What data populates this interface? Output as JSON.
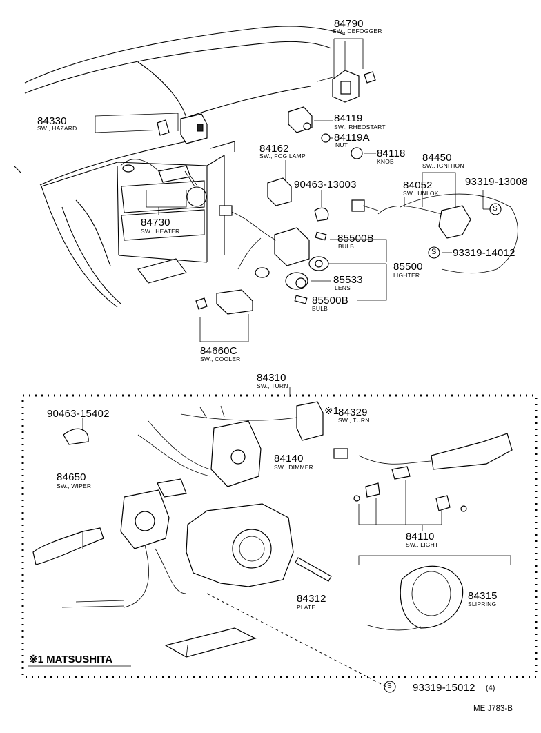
{
  "labels": {
    "p84790": {
      "num": "84790",
      "sub": "SW., DEFOGGER"
    },
    "p84330": {
      "num": "84330",
      "sub": "SW., HAZARD"
    },
    "p84119": {
      "num": "84119",
      "sub": "SW., RHEOSTART"
    },
    "p84119a": {
      "num": "84119A",
      "sub": "NUT"
    },
    "p84162": {
      "num": "84162",
      "sub": "SW., FOG LAMP"
    },
    "p84118": {
      "num": "84118",
      "sub": "KNOB"
    },
    "p84450": {
      "num": "84450",
      "sub": "SW., IGNITION"
    },
    "p84052": {
      "num": "84052",
      "sub": "SW., UNLOK"
    },
    "p93319_13008": {
      "num": "93319-13008"
    },
    "p90463_13003": {
      "num": "90463-13003"
    },
    "p84730": {
      "num": "84730",
      "sub": "SW., HEATER"
    },
    "p85500b_1": {
      "num": "85500B",
      "sub": "BULB"
    },
    "p93319_14012": {
      "num": "93319-14012"
    },
    "p85500": {
      "num": "85500",
      "sub": "LIGHTER"
    },
    "p85533": {
      "num": "85533",
      "sub": "LENS"
    },
    "p85500b_2": {
      "num": "85500B",
      "sub": "BULB"
    },
    "p84660c": {
      "num": "84660C",
      "sub": "SW., COOLER"
    },
    "p84310": {
      "num": "84310",
      "sub": "SW., TURN"
    },
    "p90463_15402": {
      "num": "90463-15402"
    },
    "p84329": {
      "num": "84329",
      "sub": "SW., TURN",
      "mark": "※1"
    },
    "p84140": {
      "num": "84140",
      "sub": "SW., DIMMER"
    },
    "p84650": {
      "num": "84650",
      "sub": "SW., WIPER"
    },
    "p84110": {
      "num": "84110",
      "sub": "SW., LIGHT"
    },
    "p84312": {
      "num": "84312",
      "sub": "PLATE"
    },
    "p84315": {
      "num": "84315",
      "sub": "SLIPRING"
    },
    "p93319_15012": {
      "num": "93319-15012",
      "qty": "(4)"
    }
  },
  "symbols": {
    "screw_mark": "S"
  },
  "legend": {
    "note": "※1 MATSUSHITA"
  },
  "footer": {
    "code": "ME J783-B"
  }
}
